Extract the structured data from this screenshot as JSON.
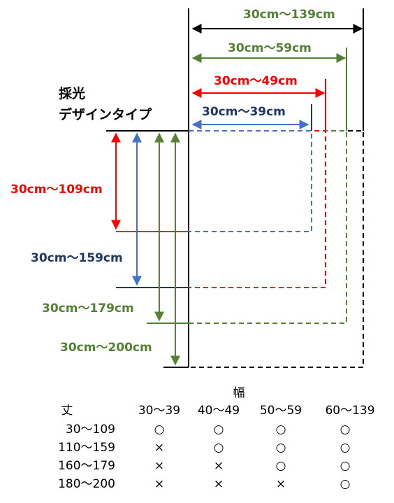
{
  "title": {
    "line1": "採光",
    "line2": "デザインタイプ"
  },
  "colors": {
    "black": "#000000",
    "red": "#ff0000",
    "blue": "#4472c4",
    "navy": "#1f3864",
    "green": "#548235"
  },
  "width_labels": {
    "w139": "30cm～139cm",
    "w59": "30cm～59cm",
    "w49": "30cm～49cm",
    "w39": "30cm～39cm"
  },
  "height_labels": {
    "h109": "30cm～109cm",
    "h159": "30cm～159cm",
    "h179": "30cm～179cm",
    "h200": "30cm～200cm"
  },
  "table": {
    "width_header": "幅",
    "height_header": "丈",
    "columns": [
      "30～39",
      "40～49",
      "50～59",
      "60～139"
    ],
    "rows": [
      {
        "label": "30～109",
        "cells": [
          "○",
          "○",
          "○",
          "○"
        ]
      },
      {
        "label": "110～159",
        "cells": [
          "×",
          "○",
          "○",
          "○"
        ]
      },
      {
        "label": "160～179",
        "cells": [
          "×",
          "×",
          "○",
          "○"
        ]
      },
      {
        "label": "180～200",
        "cells": [
          "×",
          "×",
          "×",
          "○"
        ]
      }
    ]
  }
}
